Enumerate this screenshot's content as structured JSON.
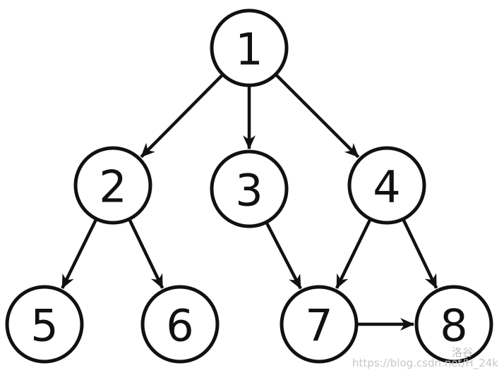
{
  "diagram": {
    "nodes": [
      {
        "id": "1",
        "label": "1"
      },
      {
        "id": "2",
        "label": "2"
      },
      {
        "id": "3",
        "label": "3"
      },
      {
        "id": "4",
        "label": "4"
      },
      {
        "id": "5",
        "label": "5"
      },
      {
        "id": "6",
        "label": "6"
      },
      {
        "id": "7",
        "label": "7"
      },
      {
        "id": "8",
        "label": "8"
      }
    ],
    "edges": [
      {
        "from": "1",
        "to": "2"
      },
      {
        "from": "1",
        "to": "3"
      },
      {
        "from": "1",
        "to": "4"
      },
      {
        "from": "2",
        "to": "5"
      },
      {
        "from": "2",
        "to": "6"
      },
      {
        "from": "3",
        "to": "7"
      },
      {
        "from": "4",
        "to": "7"
      },
      {
        "from": "4",
        "to": "8"
      },
      {
        "from": "7",
        "to": "8"
      }
    ],
    "colors": {
      "stroke": "#111111",
      "background": "#ffffff"
    }
  },
  "watermark": {
    "logo": "洛谷",
    "url": "https://blog.csdn.net/H_24k"
  }
}
